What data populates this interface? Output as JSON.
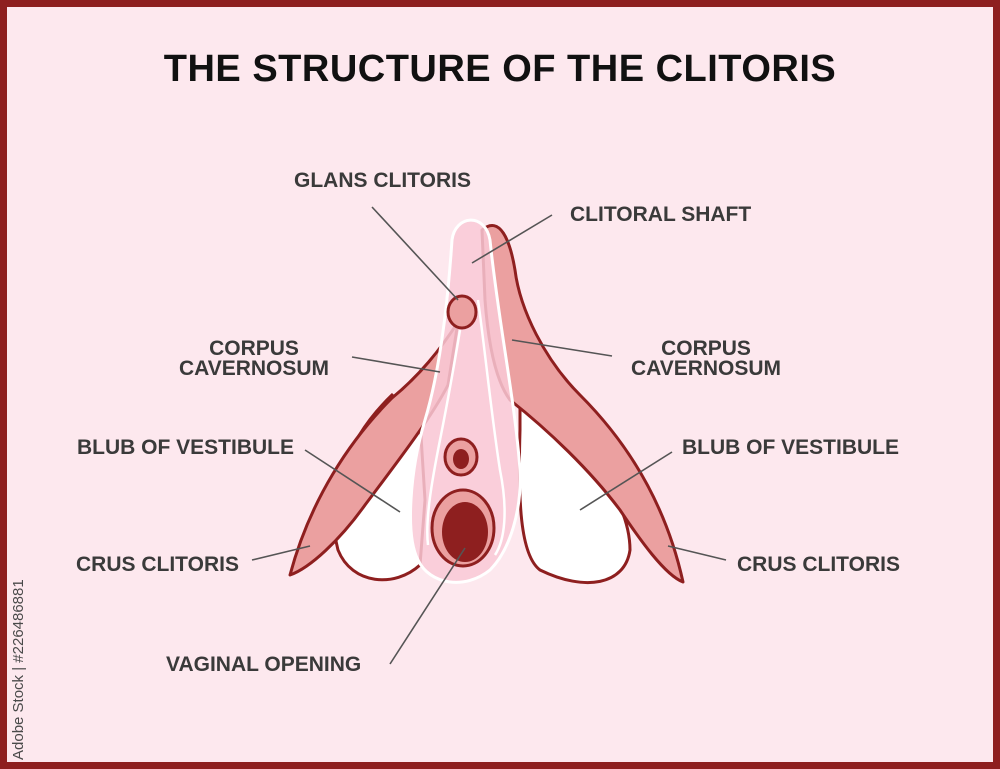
{
  "title": "THE STRUCTURE OF THE CLITORIS",
  "labels": {
    "glans": "GLANS CLITORIS",
    "shaft": "CLITORAL SHAFT",
    "corpus_left_1": "CORPUS",
    "corpus_left_2": "CAVERNOSUM",
    "corpus_right_1": "CORPUS",
    "corpus_right_2": "CAVERNOSUM",
    "bulb_left": "BLUB OF VESTIBULE",
    "bulb_right": "BLUB OF VESTIBULE",
    "crus_left": "CRUS CLITORIS",
    "crus_right": "CRUS CLITORIS",
    "vaginal": "VAGINAL OPENING"
  },
  "watermark": {
    "stock_id": "Adobe Stock | #226486881"
  },
  "colors": {
    "border": "#8e1f1f",
    "background": "#fde8ee",
    "tissue": "#eba0a0",
    "outline": "#8e1f1f",
    "shaft": "#f9c9d6",
    "opening": "#8e1f1f"
  }
}
